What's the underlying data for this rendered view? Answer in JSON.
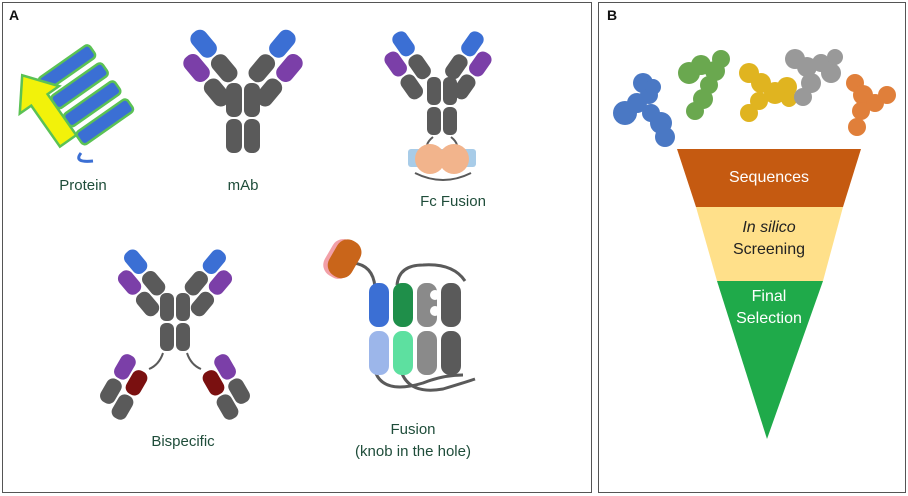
{
  "panel_a": {
    "letter": "A",
    "captions": {
      "protein": "Protein",
      "mab": "mAb",
      "fc_fusion": "Fc Fusion",
      "bispecific": "Bispecific",
      "fusion_line1": "Fusion",
      "fusion_line2": "(knob in the hole)"
    }
  },
  "panel_b": {
    "letter": "B",
    "funnel": {
      "stage1": "Sequences",
      "stage2_italic": "In silico",
      "stage2": "Screening",
      "stage3_line1": "Final",
      "stage3_line2": "Selection"
    }
  },
  "colors": {
    "heavy_chain": "#5a5a5a",
    "variable_heavy": "#3b6fd4",
    "variable_light": "#7b3fa8",
    "bispecific_red": "#7a1010",
    "fc_fusion_protein": "#f2b48c",
    "fc_fusion_side": "#a8cce8",
    "fusion_orange": "#c9651a",
    "fusion_pink": "#f2a0a8",
    "fusion_green": "#1f8f4a",
    "fusion_mint": "#5de0a0",
    "fusion_lightblue": "#9cb6ea",
    "protein_blue": "#3b6fd4",
    "protein_green": "#5bc254",
    "protein_yellow": "#f2f20a",
    "funnel_top": "#c55a11",
    "funnel_mid": "#ffe08a",
    "funnel_bottom": "#1faa4a",
    "antibody_blue": "#4a78c4",
    "antibody_green": "#6aa84f",
    "antibody_yellow": "#e0b420",
    "antibody_gray": "#999999",
    "antibody_orange": "#e07f3a"
  }
}
